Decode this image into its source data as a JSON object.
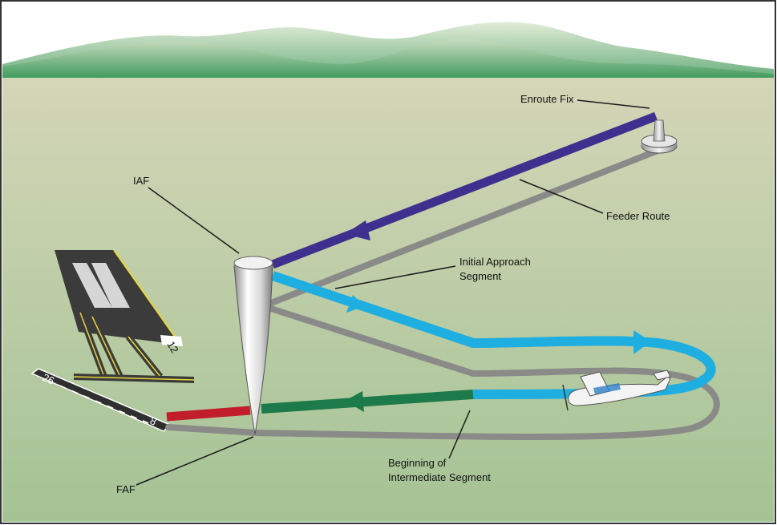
{
  "labels": {
    "enroute_fix": "Enroute Fix",
    "feeder_route": "Feeder Route",
    "iaf": "IAF",
    "initial_approach_line1": "Initial Approach",
    "initial_approach_line2": "Segment",
    "beginning_line1": "Beginning of",
    "beginning_line2": "Intermediate Segment",
    "faf": "FAF"
  },
  "runway_numbers": {
    "near_end": "8",
    "far_end": "26",
    "short_runway_end": "12"
  },
  "colors": {
    "feeder_route": "#3f2f8e",
    "initial_approach": "#1faee0",
    "intermediate": "#1d7a4a",
    "final": "#c21d2a",
    "ground_track": "#8a8a88",
    "sky": "#ffffff",
    "ground_top": "#d3d5b6",
    "ground_bottom": "#a6c496",
    "hills": "#55a06a"
  }
}
